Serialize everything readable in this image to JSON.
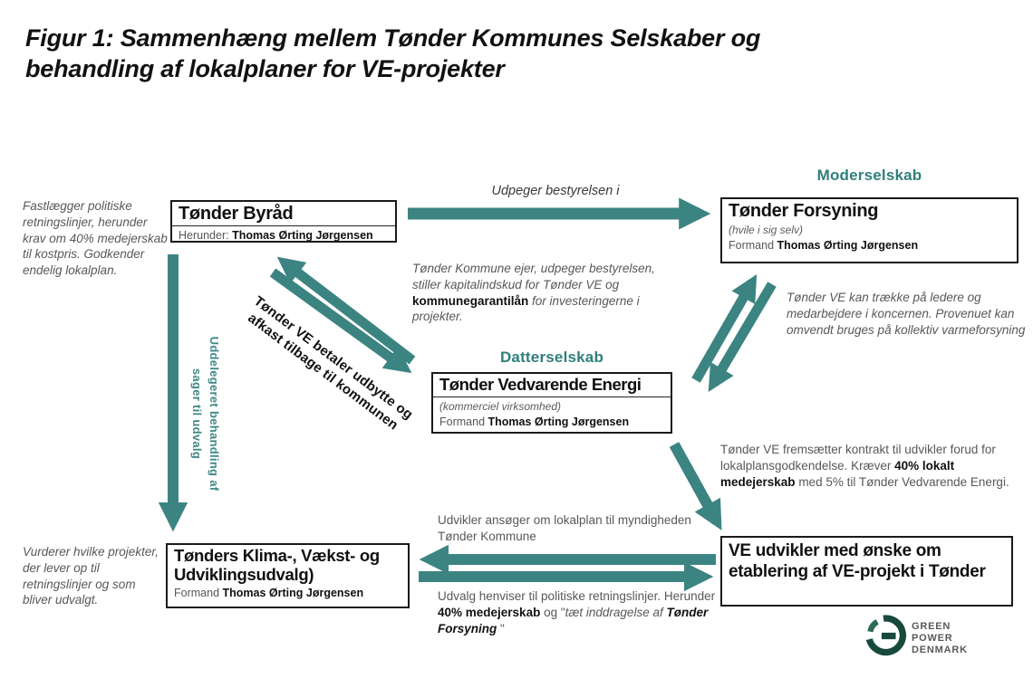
{
  "title": {
    "line1": "Figur 1: Sammenhæng mellem Tønder Kommunes Selskaber og",
    "line2": "behandling af lokalplaner for VE-projekter"
  },
  "colors": {
    "arrow_teal": "#3c8482",
    "label_teal": "#2f7f7b",
    "logo_green": "#174a3c",
    "annotation_gray": "#58585a",
    "box_border": "#1a1a1a"
  },
  "section_labels": {
    "moderselskab": "Moderselskab",
    "datterselskab": "Datterselskab"
  },
  "boxes": {
    "byraad": {
      "title": "Tønder Byråd",
      "sub_label": "Herunder:",
      "sub_name": "Thomas Ørting Jørgensen"
    },
    "forsyning": {
      "title": "Tønder Forsyning",
      "note": "(hvile i sig selv)",
      "sub_label": "Formand",
      "sub_name": "Thomas Ørting Jørgensen"
    },
    "tve": {
      "title": "Tønder Vedvarende Energi",
      "note": "(kommerciel virksomhed)",
      "sub_label": "Formand",
      "sub_name": "Thomas Ørting Jørgensen"
    },
    "klima": {
      "title": "Tønders Klima-, Vækst- og Udviklingsudvalg)",
      "sub_label": "Formand",
      "sub_name": "Thomas Ørting Jørgensen"
    },
    "udvikler": {
      "title": "VE udvikler med ønske om etablering af VE-projekt i Tønder"
    }
  },
  "annotations": {
    "left_top": "Fastlægger politiske retningslinjer, herunder krav om 40% medejerskab til kostpris. Godkender endelig lokalplan.",
    "left_bottom": "Vurderer hvilke projekter, der lever op til retningslinjer og som bliver udvalgt.",
    "mid_owner": {
      "p1": "Tønder Kommune ejer, udpeger bestyrelsen, stiller kapitalindskud for Tønder VE og ",
      "bold": "kommunegarantilån",
      "p2": " for investeringerne i projekter."
    },
    "right_top": "Tønder VE kan trække på ledere og medarbejdere i koncernen. Provenuet kan omvendt bruges på kollektiv varmeforsyning",
    "right_mid": {
      "p1": "Tønder VE fremsætter kontrakt til udvikler forud for lokalplansgodkendelse. Kræver ",
      "bold": "40% lokalt medejerskab",
      "p2": " med 5% til Tønder Vedvarende Energi."
    },
    "bottom_request": "Udvikler ansøger om lokalplan til myndigheden Tønder Kommune",
    "bottom_reply": {
      "p1": "Udvalg henviser til politiske retningslinjer. Herunder ",
      "bold1": "40% medejerskab",
      "p2": " og \"",
      "italic": "tæt inddragelse af ",
      "bold2": "Tønder Forsyning",
      "p3": " \""
    }
  },
  "arrow_labels": {
    "udpeger": "Udpeger bestyrelsen i",
    "udbytte_line1": "Tønder VE betaler udbytte og",
    "udbytte_line2": "afkast tilbage til kommunen",
    "uddelegeret_line1": "Uddelegeret behandling af",
    "uddelegeret_line2": "sager til udvalg"
  },
  "logo": {
    "line1": "GREEN",
    "line2": "POWER",
    "line3": "DENMARK"
  }
}
